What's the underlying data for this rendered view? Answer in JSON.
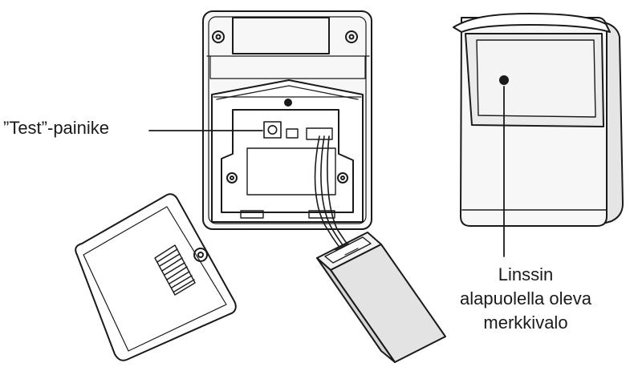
{
  "labels": {
    "test_button": "”Test”-painike",
    "indicator_line1": "Linssin",
    "indicator_line2": "alapuolella oleva",
    "indicator_line3": "merkkivalo"
  },
  "colors": {
    "stroke": "#1a1a1a",
    "device_fill": "#f7f7f7",
    "lens_fill": "#ebebeb",
    "battery_fill": "#e3e3e3"
  }
}
